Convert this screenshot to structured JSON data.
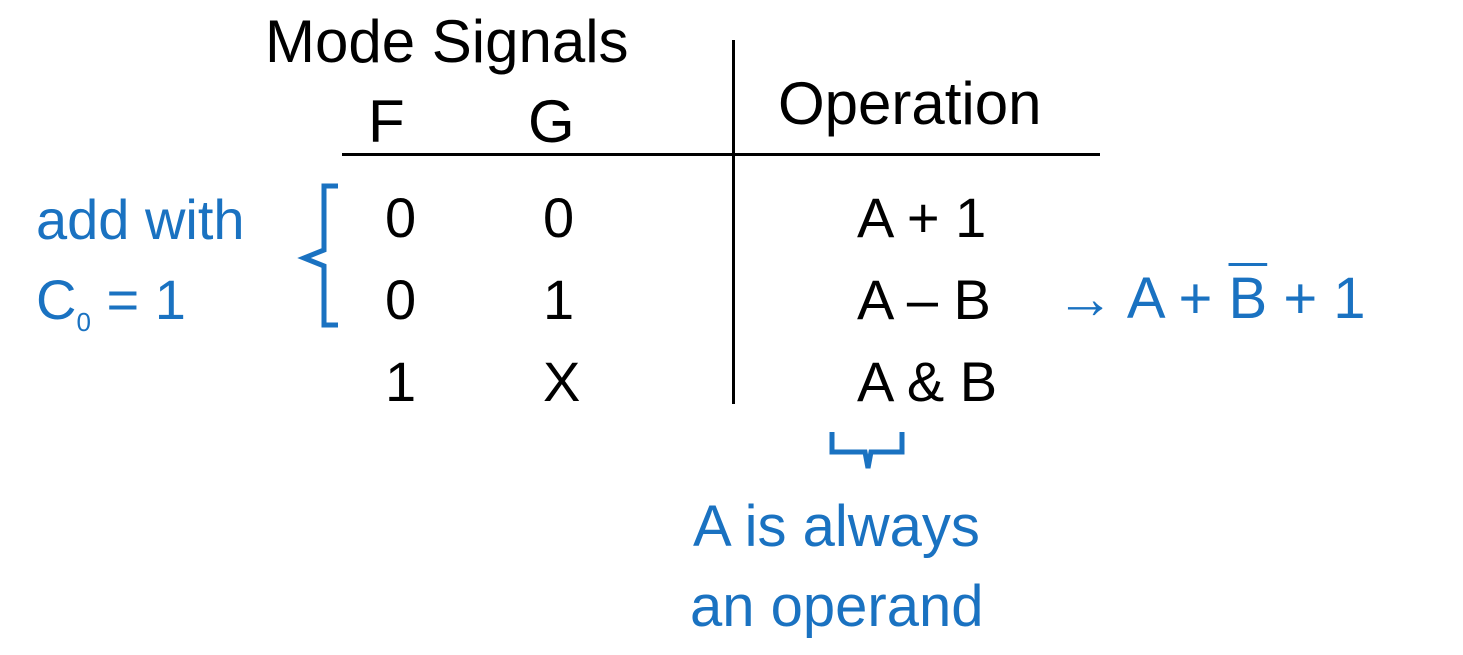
{
  "table": {
    "header_group": "Mode Signals",
    "col_f": "F",
    "col_g": "G",
    "col_op": "Operation",
    "rows": [
      {
        "f": "0",
        "g": "0",
        "op": "A + 1"
      },
      {
        "f": "0",
        "g": "1",
        "op": "A – B"
      },
      {
        "f": "1",
        "g": "X",
        "op": "A & B"
      }
    ]
  },
  "annotations": {
    "bracket_line1": "add with",
    "bracket_line2_main": "C",
    "bracket_line2_sub": "0",
    "bracket_line2_rest": " = 1",
    "arrow": "→",
    "equiv_prefix": "A + ",
    "equiv_bar": "B",
    "equiv_suffix": " + 1",
    "note_line1": "A is always",
    "note_line2": "an operand"
  },
  "colors": {
    "text": "#000000",
    "accent": "#1a72c1"
  }
}
